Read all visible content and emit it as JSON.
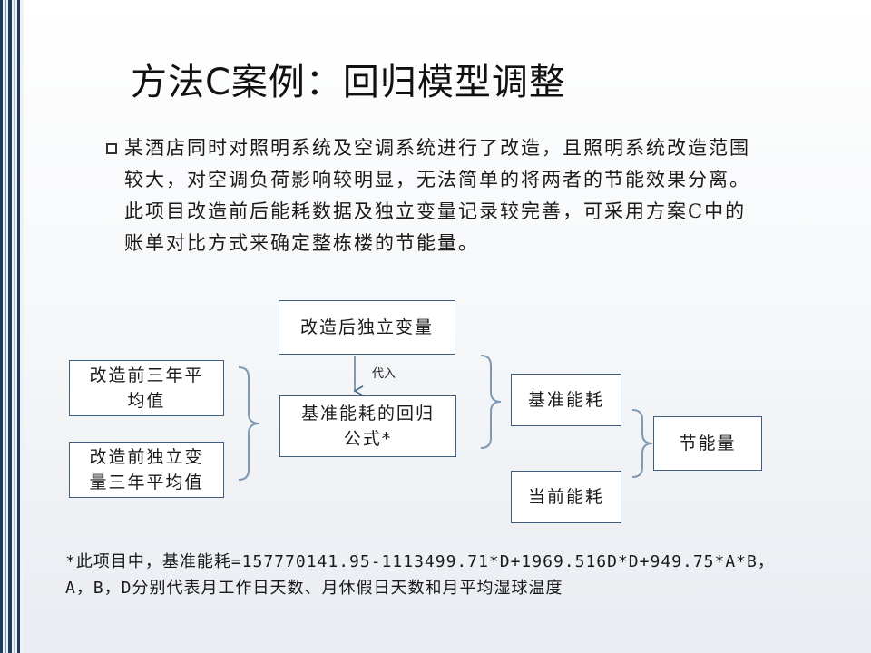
{
  "slide": {
    "title": "方法C案例：回归模型调整",
    "bullet_text": "某酒店同时对照明系统及空调系统进行了改造，且照明系统改造范围较大，对空调负荷影响较明显，无法简单的将两者的节能效果分离。此项目改造前后能耗数据及独立变量记录较完善，可采用方案C中的账单对比方式来确定整栋楼的节能量。"
  },
  "diagram": {
    "box_post_var": "改造后独立变量",
    "box_pre_avg": "改造前三年平均值",
    "box_pre_var_avg": "改造前独立变量三年平均值",
    "box_formula": "基准能耗的回归公式*",
    "arrow_label": "代入",
    "box_baseline": "基准能耗",
    "box_current": "当前能耗",
    "box_savings": "节能量"
  },
  "footnote": "*此项目中，基准能耗=157770141.95-1113499.71*D+1969.516D*D+949.75*A*B， A，B，D分别代表月工作日天数、月休假日天数和月平均湿球温度",
  "colors": {
    "box_border": "#3f5d7d",
    "connector": "#6e8ba8",
    "stripe_dark": "#1f3a5f"
  }
}
